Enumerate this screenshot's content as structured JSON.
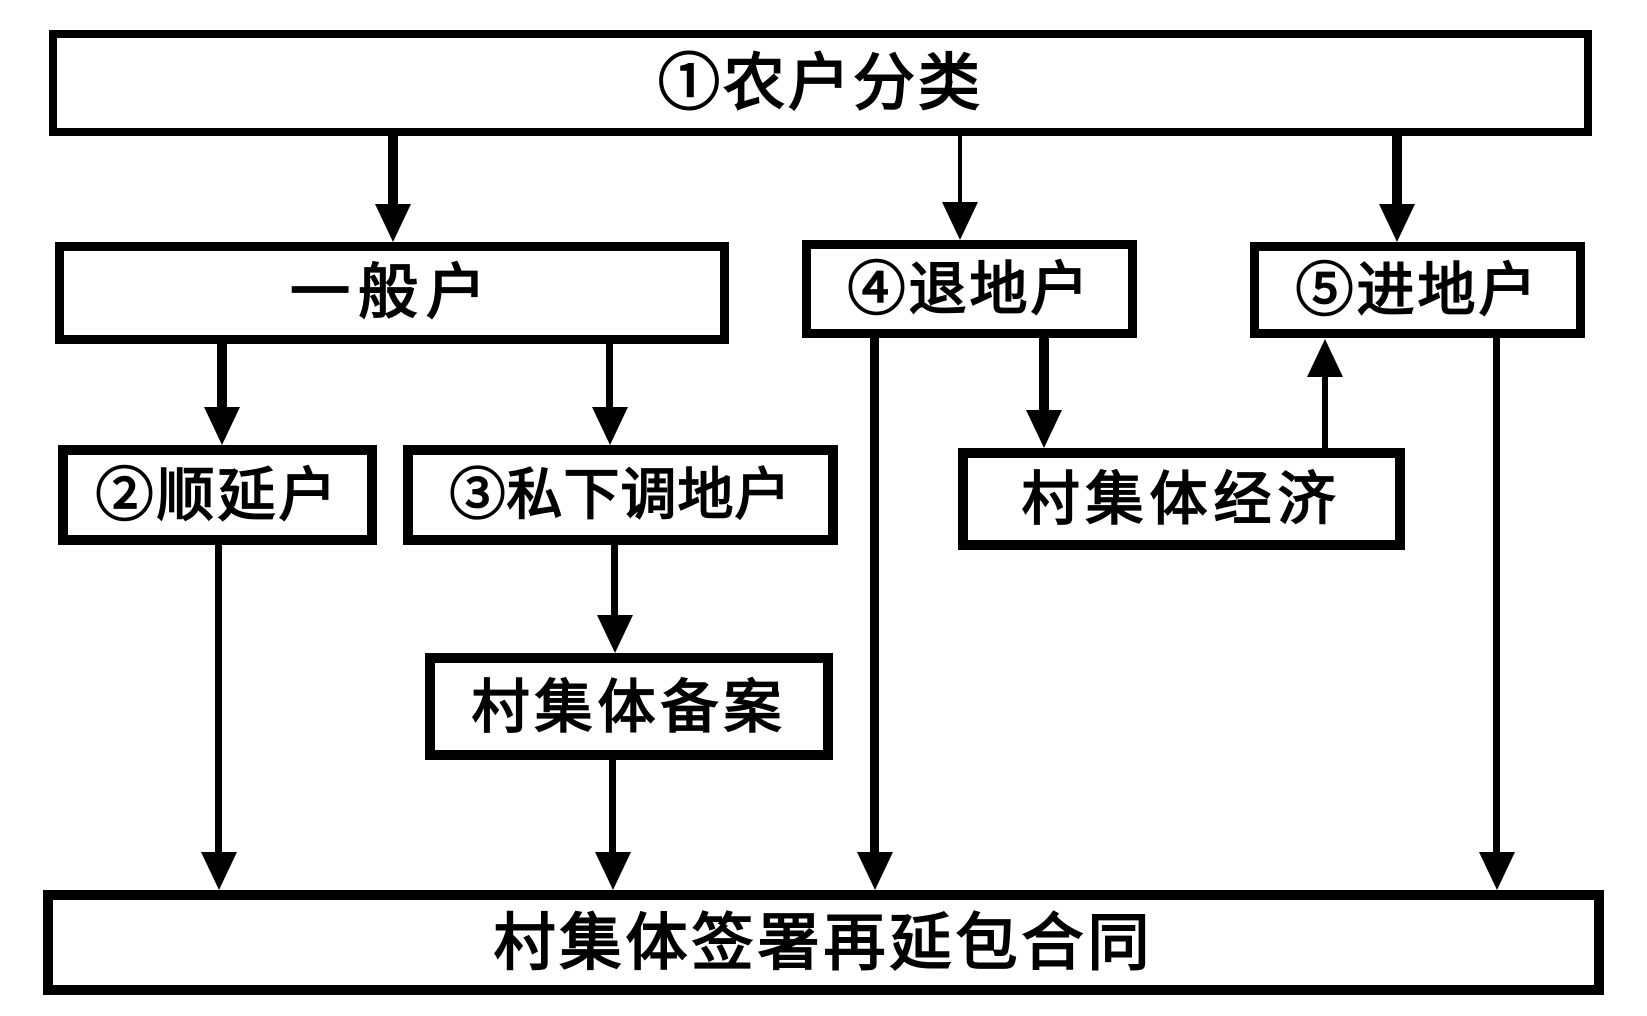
{
  "diagram": {
    "type": "flowchart",
    "colors": {
      "ink": "#000000",
      "background": "#ffffff",
      "box_fill": "#ffffff"
    },
    "nodes": {
      "classify": {
        "label": "①农户分类"
      },
      "general": {
        "label": "一般户"
      },
      "return_land": {
        "label": "④退地户"
      },
      "enter_land": {
        "label": "⑤进地户"
      },
      "extend": {
        "label": "②顺延户"
      },
      "private_adjust": {
        "label": "③私下调地户"
      },
      "village_record": {
        "label": "村集体备案"
      },
      "collective_economy": {
        "label": "村集体经济"
      },
      "sign_contract": {
        "label": "村集体签署再延包合同"
      }
    },
    "edges": [
      {
        "from": "classify",
        "to": "general"
      },
      {
        "from": "classify",
        "to": "return_land"
      },
      {
        "from": "classify",
        "to": "enter_land"
      },
      {
        "from": "general",
        "to": "extend"
      },
      {
        "from": "general",
        "to": "private_adjust"
      },
      {
        "from": "private_adjust",
        "to": "village_record"
      },
      {
        "from": "extend",
        "to": "sign_contract"
      },
      {
        "from": "village_record",
        "to": "sign_contract"
      },
      {
        "from": "return_land",
        "to": "collective_economy"
      },
      {
        "from": "return_land",
        "to": "sign_contract"
      },
      {
        "from": "collective_economy",
        "to": "enter_land"
      },
      {
        "from": "enter_land",
        "to": "sign_contract"
      }
    ]
  }
}
